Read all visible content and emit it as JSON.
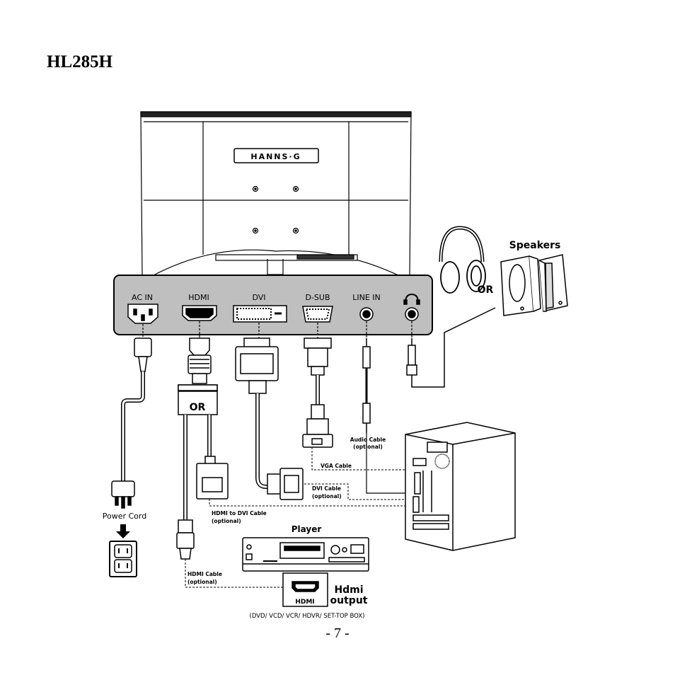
{
  "page": {
    "model": "HL285H",
    "page_number": "- 7 -"
  },
  "monitor": {
    "brand_logo": "HANNS·G"
  },
  "ports": [
    {
      "id": "ac-in",
      "label": "AC IN"
    },
    {
      "id": "hdmi",
      "label": "HDMI"
    },
    {
      "id": "dvi",
      "label": "DVI"
    },
    {
      "id": "d-sub",
      "label": "D-SUB"
    },
    {
      "id": "line-in",
      "label": "LINE IN"
    },
    {
      "id": "headphone",
      "label": "",
      "icon": "headphone-icon"
    }
  ],
  "labels": {
    "or_cables": "OR",
    "or_audio": "OR",
    "speakers": "Speakers",
    "power_cord": "Power Cord",
    "vga_cable": "VGA Cable",
    "dvi_cable": "DVI Cable",
    "dvi_cable_opt": "(optional)",
    "hdmi_to_dvi_cable": "HDMI to DVI Cable",
    "hdmi_to_dvi_opt": "(optional)",
    "audio_cable": "Audio Cable",
    "audio_cable_opt": "(optional)",
    "hdmi_cable": "HDMI Cable",
    "hdmi_cable_opt": "(optional)",
    "player": "Player",
    "hdmi_port_label": "HDMI",
    "hdmi_output_1": "Hdmi",
    "hdmi_output_2": "output",
    "player_types": "(DVD/ VCD/ VCR/ HDVR/ SET-TOP BOX)"
  },
  "icons": [
    "power-outlet-icon",
    "arrow-down-icon",
    "headphones-icon",
    "speakers-icon",
    "computer-tower-icon",
    "player-device-icon"
  ]
}
